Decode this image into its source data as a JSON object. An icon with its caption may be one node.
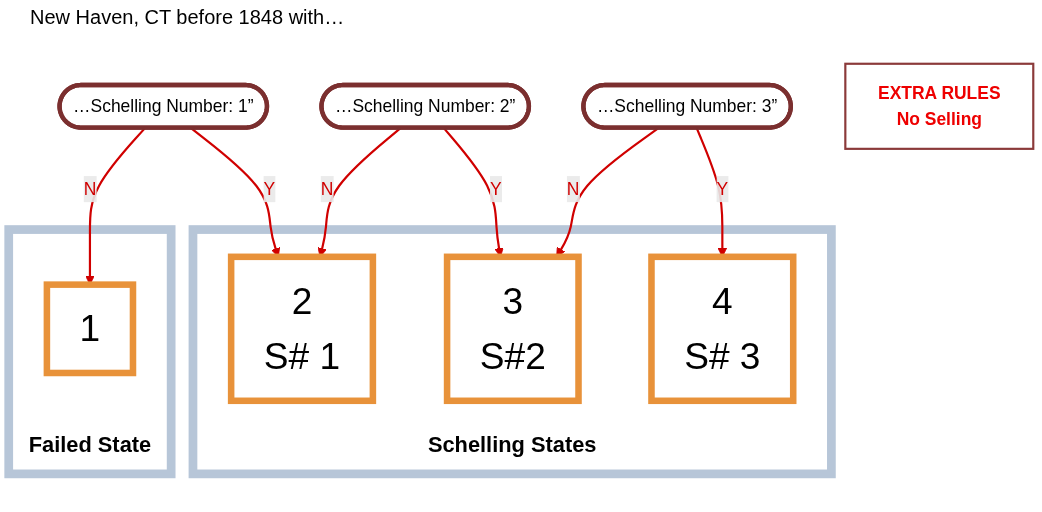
{
  "diagram": {
    "title": "New Haven, CT before 1848 with…",
    "nodes": [
      {
        "text": [
          "Failed State"
        ]
      },
      {
        "text": [
          "1"
        ],
        "in": 0
      },
      {
        "text": [
          "Schelling States"
        ]
      },
      {
        "text": [
          "2",
          "S# 1"
        ],
        "in": 2
      },
      {
        "text": [
          "3",
          "S#2"
        ],
        "in": 2
      },
      {
        "text": [
          "4",
          "S# 3"
        ],
        "in": 2
      },
      {
        "text": [
          "…Schelling Number: 1”"
        ]
      },
      {
        "text": [
          "…Schelling Number: 2”"
        ]
      },
      {
        "text": [
          "…Schelling Number: 3”"
        ]
      },
      {
        "text": [
          "EXTRA RULES",
          "No Selling"
        ]
      }
    ],
    "edges": [
      {
        "from": 6,
        "to": 1,
        "arrow": "to",
        "label": "N"
      },
      {
        "from": 6,
        "to": 3,
        "arrow": "to",
        "label": "Y"
      },
      {
        "from": 7,
        "to": 3,
        "arrow": "to",
        "label": "N"
      },
      {
        "from": 7,
        "to": 4,
        "arrow": "to",
        "label": "Y"
      },
      {
        "from": 8,
        "to": 4,
        "arrow": "to",
        "label": "N"
      },
      {
        "from": 8,
        "to": 5,
        "arrow": "to",
        "label": "Y"
      }
    ]
  }
}
